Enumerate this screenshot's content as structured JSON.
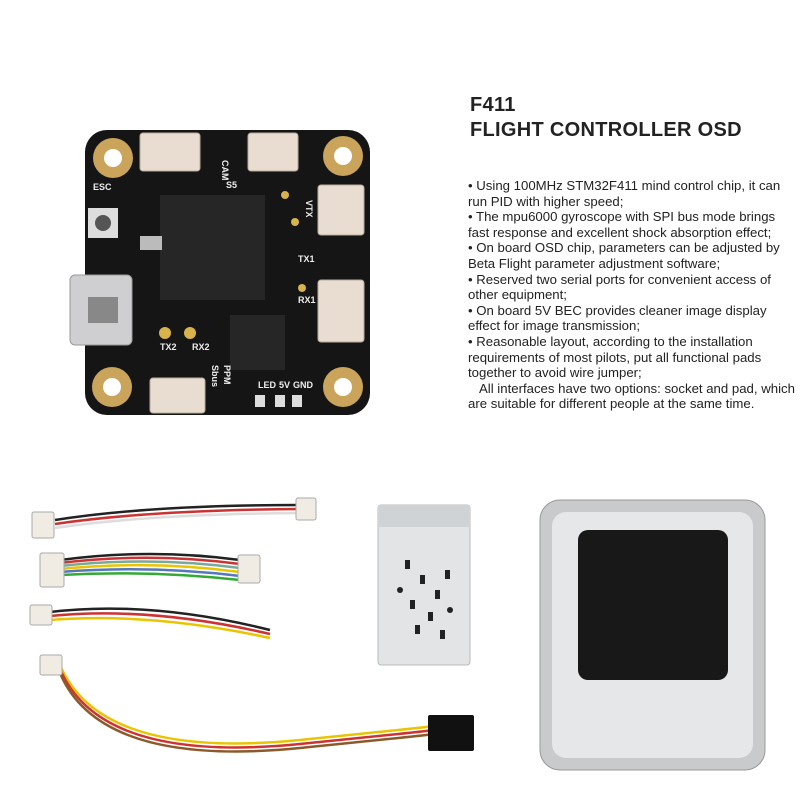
{
  "title": {
    "line1": "F411",
    "line2": "FLIGHT CONTROLLER OSD"
  },
  "features": [
    "• Using 100MHz STM32F411 mind control chip, it can run PID with higher speed;",
    "• The mpu6000 gyroscope with SPI bus mode brings fast response and excellent shock absorption effect;",
    "• On board OSD chip, parameters can be adjusted by Beta Flight parameter adjustment software;",
    "• Reserved two serial ports for convenient access of other equipment;",
    "• On board 5V BEC provides cleaner image display effect for image transmission;",
    "• Reasonable layout, according to the installation requirements of most pilots, put all functional pads together to avoid wire jumper;",
    "   All interfaces have two options: socket and pad, which are suitable for different people at the same time."
  ],
  "board_labels": {
    "esc": "ESC",
    "cam": "CAM",
    "s5": "S5",
    "vtx": "VTX",
    "tx1": "TX1",
    "rx1": "RX1",
    "tx2": "TX2",
    "rx2": "RX2",
    "sbus": "Sbus",
    "ppm": "PPM",
    "led": "LED",
    "v5": "5V",
    "gnd": "GND"
  }
}
